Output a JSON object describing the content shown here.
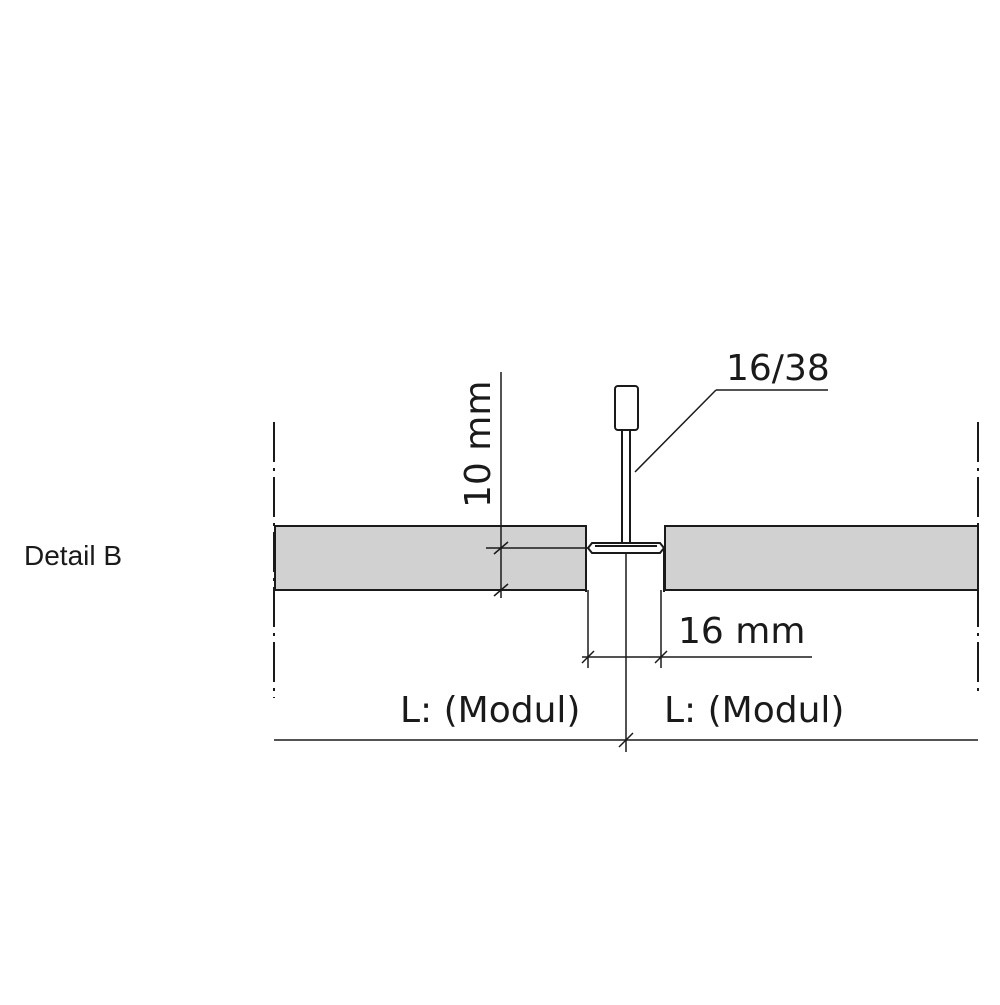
{
  "detail_label": "Detail B",
  "profile_label": "16/38",
  "panel_thickness_label": "10 mm",
  "grid_width_label": "16 mm",
  "module_left_label": "L: (Modul)",
  "module_right_label": "L: (Modul)",
  "colors": {
    "panel_fill": "#d1d1d1",
    "line": "#1a1a1a"
  }
}
